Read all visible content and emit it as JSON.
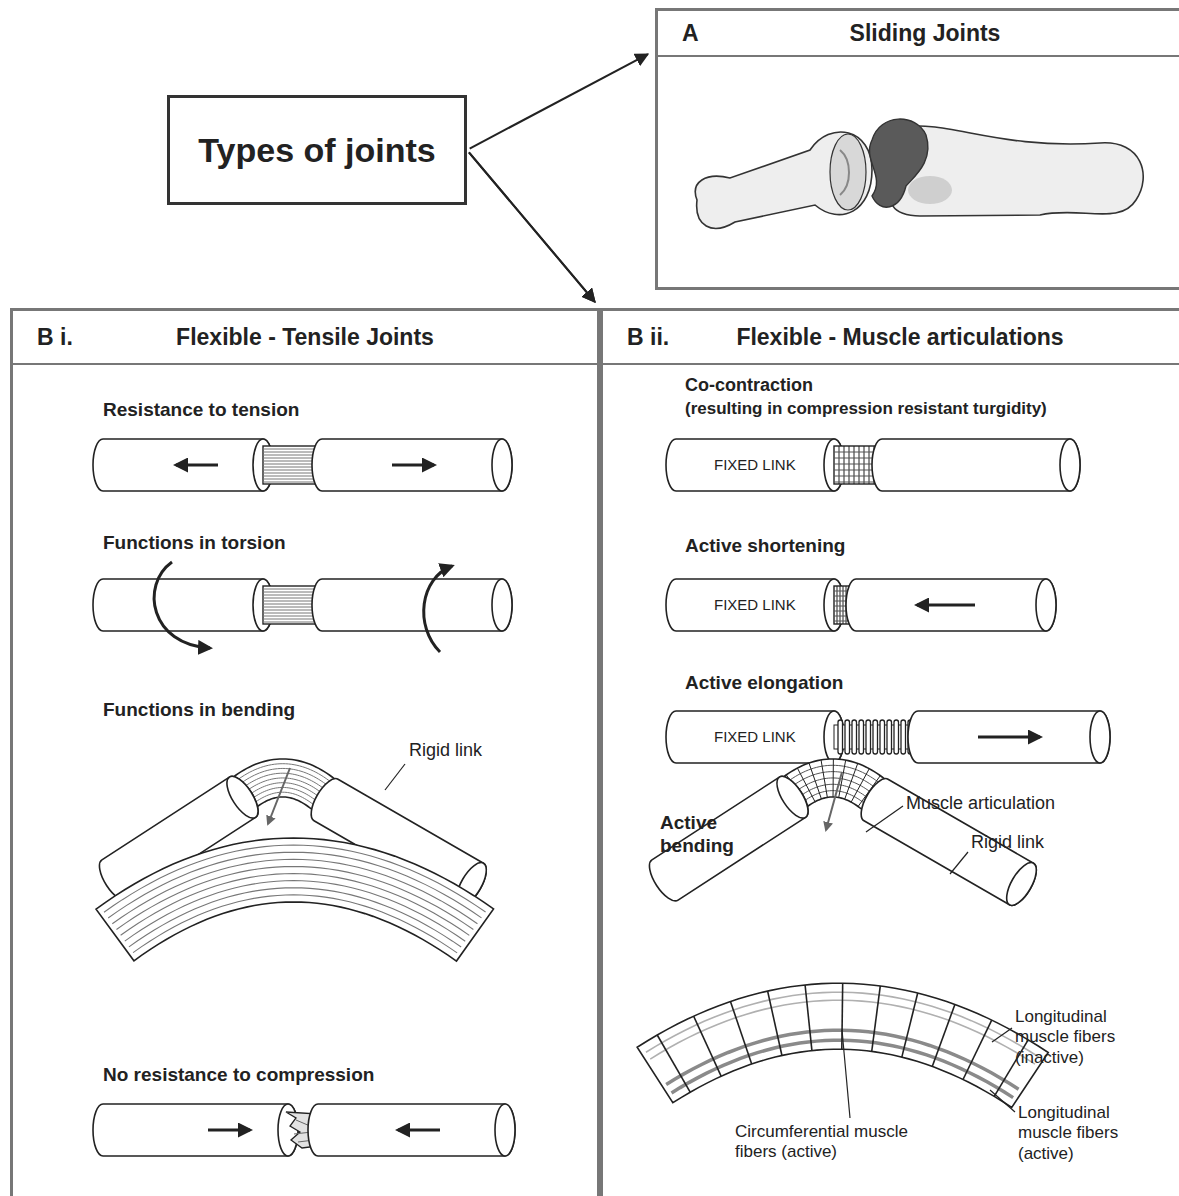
{
  "diagram": {
    "nodes": [
      {
        "text": [
          "Types of joints"
        ]
      },
      {
        "text": [
          "A",
          "Sliding Joints"
        ]
      },
      {
        "text": [
          "B i.",
          "Flexible - Tensile Joints"
        ]
      },
      {
        "text": [
          "B ii.",
          "Flexible - Muscle articulations"
        ]
      }
    ],
    "edges": [
      {
        "from": 0,
        "to": 1,
        "arrow": "to"
      },
      {
        "from": 0,
        "to": 2,
        "arrow": "to"
      },
      {
        "from": 0,
        "to": 3,
        "arrow": "to"
      }
    ],
    "labels": [
      "Resistance to tension",
      "Functions in torsion",
      "Functions in bending",
      "Rigid link",
      "No resistance to compression",
      "Co-contraction",
      "(resulting in compression resistant turgidity)",
      "FIXED LINK",
      "Active shortening",
      "FIXED LINK",
      "Active elongation",
      "FIXED LINK",
      "Muscle articulation",
      "Rigid link",
      "Active bending",
      "Longitudinal muscle fibers (inactive)",
      "Circumferential muscle fibers (active)",
      "Longitudinal muscle fibers (active)"
    ]
  }
}
